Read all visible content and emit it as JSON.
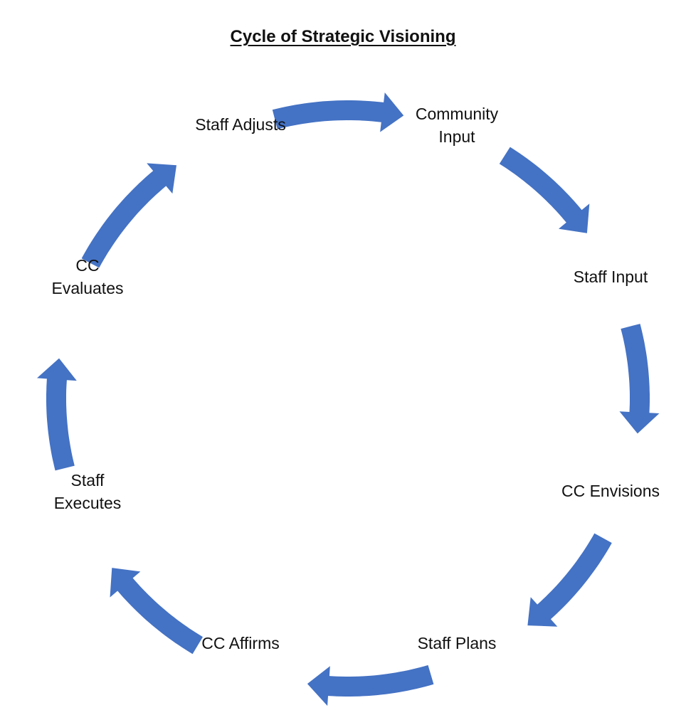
{
  "diagram": {
    "title": "Cycle of Strategic Visioning",
    "arrow_color": "#4472C4",
    "nodes": [
      {
        "id": "community-input",
        "lines": [
          "Community",
          "Input"
        ]
      },
      {
        "id": "staff-input",
        "lines": [
          "Staff Input"
        ]
      },
      {
        "id": "cc-envisions",
        "lines": [
          "CC Envisions"
        ]
      },
      {
        "id": "staff-plans",
        "lines": [
          "Staff Plans"
        ]
      },
      {
        "id": "cc-affirms",
        "lines": [
          "CC Affirms"
        ]
      },
      {
        "id": "staff-executes",
        "lines": [
          "Staff",
          "Executes"
        ]
      },
      {
        "id": "cc-evaluates",
        "lines": [
          "CC",
          "Evaluates"
        ]
      },
      {
        "id": "staff-adjusts",
        "lines": [
          "Staff Adjusts"
        ]
      }
    ],
    "edges": [
      {
        "from": "staff-adjusts",
        "to": "community-input"
      },
      {
        "from": "community-input",
        "to": "staff-input"
      },
      {
        "from": "staff-input",
        "to": "cc-envisions"
      },
      {
        "from": "cc-envisions",
        "to": "staff-plans"
      },
      {
        "from": "staff-plans",
        "to": "cc-affirms"
      },
      {
        "from": "cc-affirms",
        "to": "staff-executes"
      },
      {
        "from": "staff-executes",
        "to": "cc-evaluates"
      },
      {
        "from": "cc-evaluates",
        "to": "staff-adjusts"
      }
    ]
  }
}
